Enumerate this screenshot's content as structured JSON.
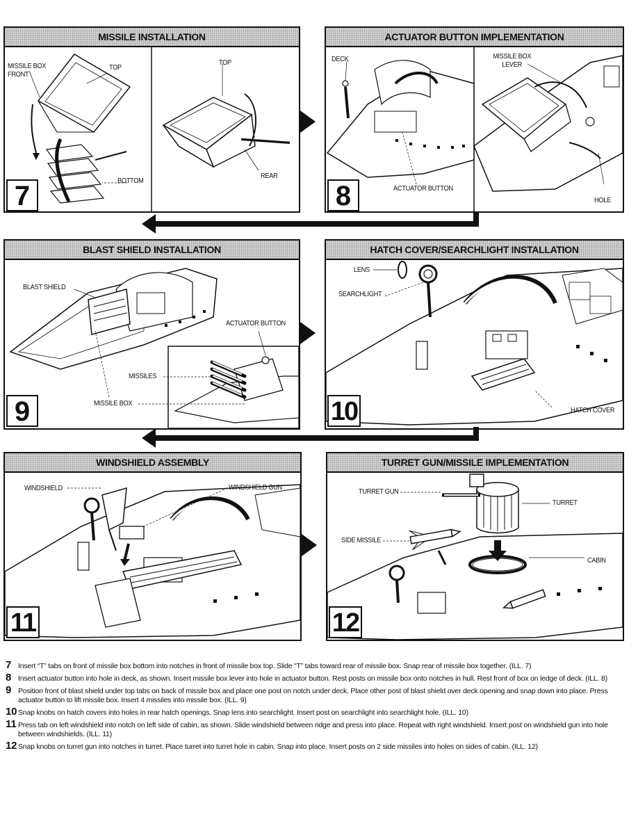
{
  "panels": {
    "p7": {
      "title": "MISSILE INSTALLATION",
      "step": "7",
      "labels": {
        "missile_box_front": "MISSILE BOX\nFRONT",
        "top_left": "TOP",
        "top_right": "TOP",
        "bottom": "BOTTOM",
        "rear": "REAR"
      }
    },
    "p8": {
      "title": "ACTUATOR BUTTON IMPLEMENTATION",
      "step": "8",
      "labels": {
        "deck": "DECK",
        "actuator_button": "ACTUATOR BUTTON",
        "missile_box_lever": "MISSILE BOX\nLEVER",
        "hole": "HOLE"
      }
    },
    "p9": {
      "title": "BLAST SHIELD INSTALLATION",
      "step": "9",
      "labels": {
        "blast_shield": "BLAST SHIELD",
        "actuator_button": "ACTUATOR BUTTON",
        "missiles": "MISSILES",
        "missile_box": "MISSILE BOX"
      }
    },
    "p10": {
      "title": "HATCH COVER/SEARCHLIGHT INSTALLATION",
      "step": "10",
      "labels": {
        "lens": "LENS",
        "searchlight": "SEARCHLIGHT",
        "hatch_cover": "HATCH COVER"
      }
    },
    "p11": {
      "title": "WINDSHIELD ASSEMBLY",
      "step": "11",
      "labels": {
        "windshield": "WINDSHIELD",
        "windshield_gun": "WINDSHIELD GUN"
      }
    },
    "p12": {
      "title": "TURRET GUN/MISSILE IMPLEMENTATION",
      "step": "12",
      "labels": {
        "turret_gun": "TURRET GUN",
        "turret": "TURRET",
        "side_missile": "SIDE MISSILE",
        "cabin": "CABIN"
      }
    }
  },
  "instructions": [
    {
      "num": "7",
      "text": "Insert “T” tabs on front of missile box bottom into notches in front of missile box top. Slide “T” tabs toward rear of missile box. Snap rear of missile box together. (ILL. 7)"
    },
    {
      "num": "8",
      "text": "Insert actuator button into hole in deck, as shown. Insert missile box lever into hole in actuator button. Rest posts on missile box onto notches in hull. Rest front of box on ledge of deck. (ILL. 8)"
    },
    {
      "num": "9",
      "text": "Position front of blast shield under top tabs on back of missile box and place one post on notch under deck. Place other post of blast shield over deck opening and snap down into place. Press actuator button to lift missile box. Insert 4 missiles into missile box. (ILL. 9)"
    },
    {
      "num": "10",
      "text": "Snap knobs on hatch covers into holes in rear hatch openings. Snap lens into searchlight. Insert post on searchlight into searchlight hole. (ILL. 10)"
    },
    {
      "num": "11",
      "text": "Press tab on left windshield into notch on left side of cabin, as shown. Slide windshield between ridge and press into place. Repeat with right windshield. Insert post on windshield gun into hole between windshields. (ILL. 11)"
    },
    {
      "num": "12",
      "text": "Snap knobs on turret gun into notches in turret. Place turret into turret hole in cabin. Snap into place. Insert posts on 2 side missiles into holes on sides of cabin. (ILL. 12)"
    }
  ]
}
